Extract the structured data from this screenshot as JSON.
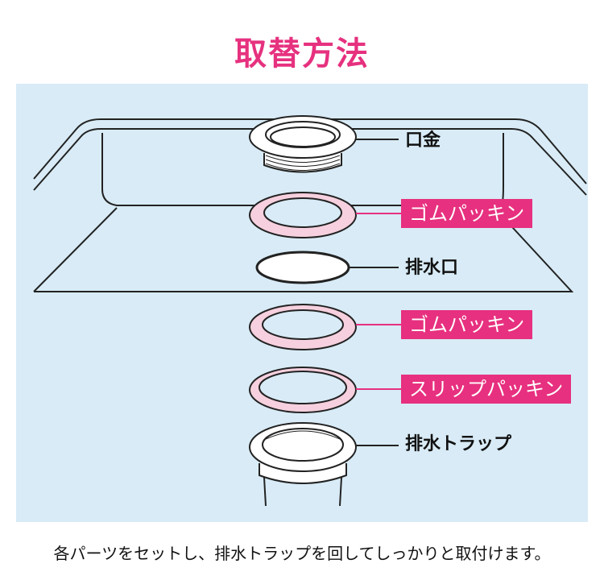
{
  "title": "取替方法",
  "labels": {
    "mouthpiece": "口金",
    "rubber_packing_1": "ゴムパッキン",
    "drain_outlet": "排水口",
    "rubber_packing_2": "ゴムパッキン",
    "slip_packing": "スリップパッキン",
    "drain_trap": "排水トラップ"
  },
  "caption": "各パーツをセットし、排水トラップを回してしっかりと取付けます。",
  "colors": {
    "accent": "#e7307f",
    "panel": "#d8ebf6",
    "ring": "#f6d0de"
  }
}
